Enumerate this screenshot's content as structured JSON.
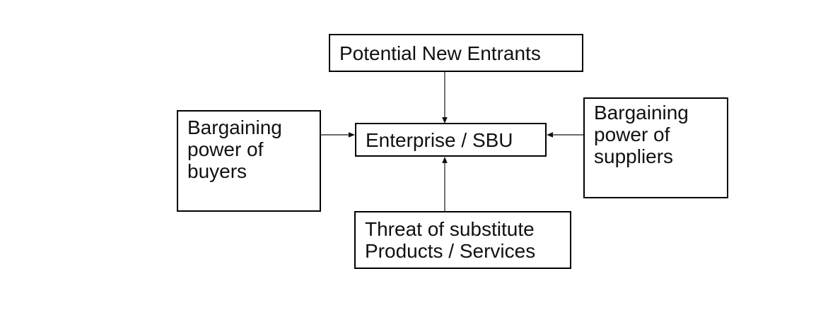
{
  "diagram": {
    "kind": "five-forces",
    "nodes": {
      "potential_new_entrants": {
        "label": "Potential New Entrants"
      },
      "enterprise_sbu": {
        "label": "Enterprise / SBU"
      },
      "bargaining_power_buyers": {
        "label": "Bargaining\npower of\nbuyers"
      },
      "bargaining_power_suppliers": {
        "label": "Bargaining\npower of\nsuppliers"
      },
      "threat_of_substitutes": {
        "label": "Threat of substitute\nProducts / Services"
      }
    },
    "edges": [
      {
        "from": "potential_new_entrants",
        "to": "enterprise_sbu",
        "direction": "down"
      },
      {
        "from": "bargaining_power_buyers",
        "to": "enterprise_sbu",
        "direction": "right"
      },
      {
        "from": "bargaining_power_suppliers",
        "to": "enterprise_sbu",
        "direction": "left"
      },
      {
        "from": "threat_of_substitutes",
        "to": "enterprise_sbu",
        "direction": "up"
      }
    ],
    "colors": {
      "background": "#ffffff",
      "box_border": "#000000",
      "text": "#111111",
      "arrow": "#3a3a3a"
    }
  }
}
